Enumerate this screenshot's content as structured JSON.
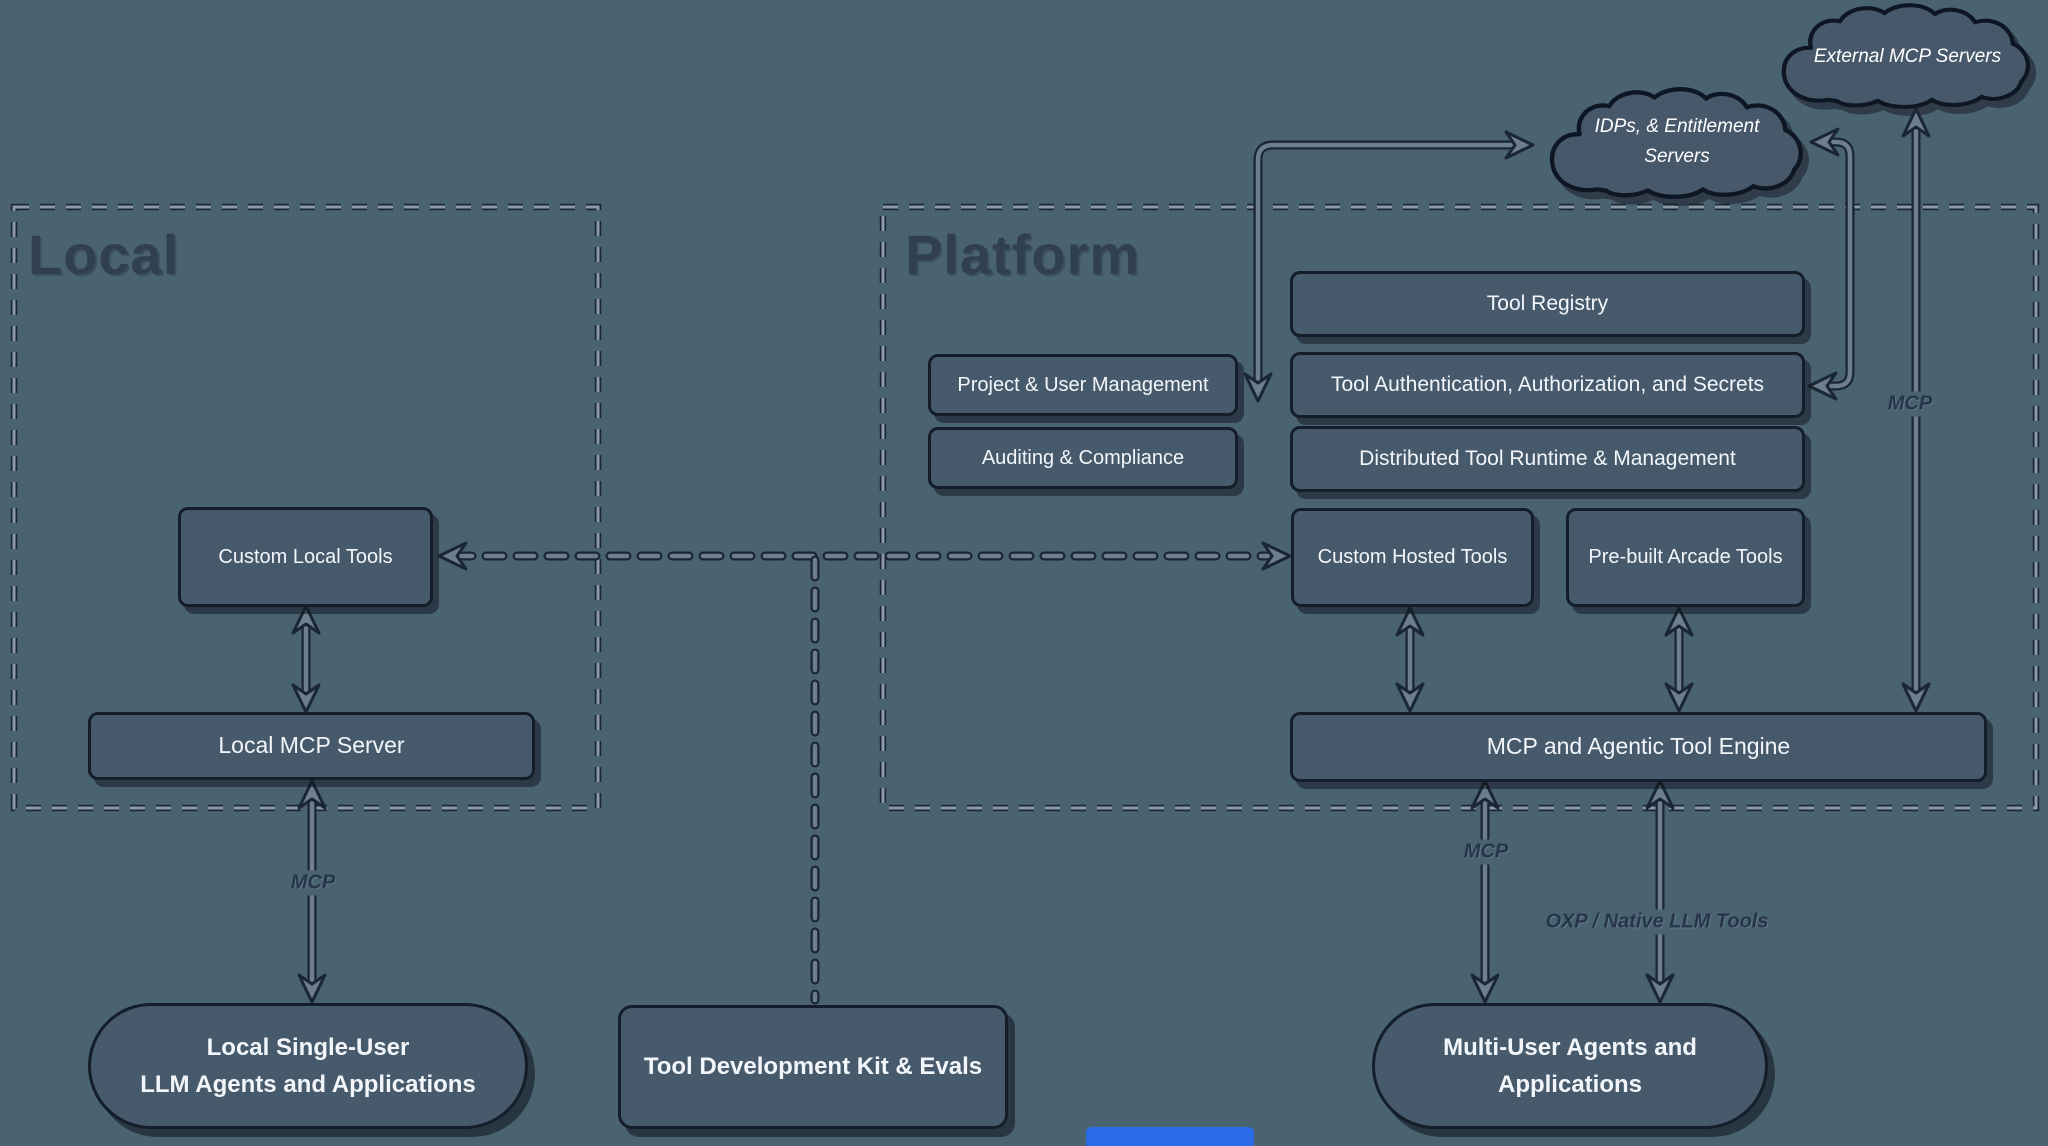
{
  "colors": {
    "background": "#4A6370",
    "node_fill": "#475A6B",
    "node_border": "#141E2A",
    "node_text": "#F2F6FA",
    "container_title": "#31404F",
    "dash_light": "#8C9AA8",
    "dash_dark": "#1A2633",
    "arrow_light": "#6C7E8F",
    "arrow_dark": "#1A2633",
    "edge_label_text": "#26354A",
    "blue_bar": "#2B6BE8"
  },
  "clouds": {
    "external_mcp": {
      "label": "External MCP Servers"
    },
    "idps": {
      "line1": "IDPs, & Entitlement",
      "line2": "Servers"
    }
  },
  "containers": {
    "local": {
      "title": "Local"
    },
    "platform": {
      "title": "Platform"
    }
  },
  "nodes": {
    "tool_registry": "Tool Registry",
    "project_user_mgmt": "Project & User Management",
    "tool_auth": "Tool Authentication, Authorization, and Secrets",
    "auditing": "Auditing & Compliance",
    "distributed_runtime": "Distributed Tool Runtime & Management",
    "custom_hosted": "Custom Hosted Tools",
    "prebuilt_arcade": "Pre-built Arcade Tools",
    "mcp_engine": "MCP and Agentic Tool Engine",
    "custom_local": "Custom Local Tools",
    "local_mcp_server": "Local MCP Server",
    "local_agents_line1": "Local Single-User",
    "local_agents_line2": "LLM Agents and Applications",
    "tdk": "Tool Development Kit & Evals",
    "multi_user_line1": "Multi-User Agents and",
    "multi_user_line2": "Applications"
  },
  "edge_labels": {
    "mcp_local": "MCP",
    "mcp_platform": "MCP",
    "mcp_external": "MCP",
    "oxp": "OXP / Native LLM Tools"
  }
}
